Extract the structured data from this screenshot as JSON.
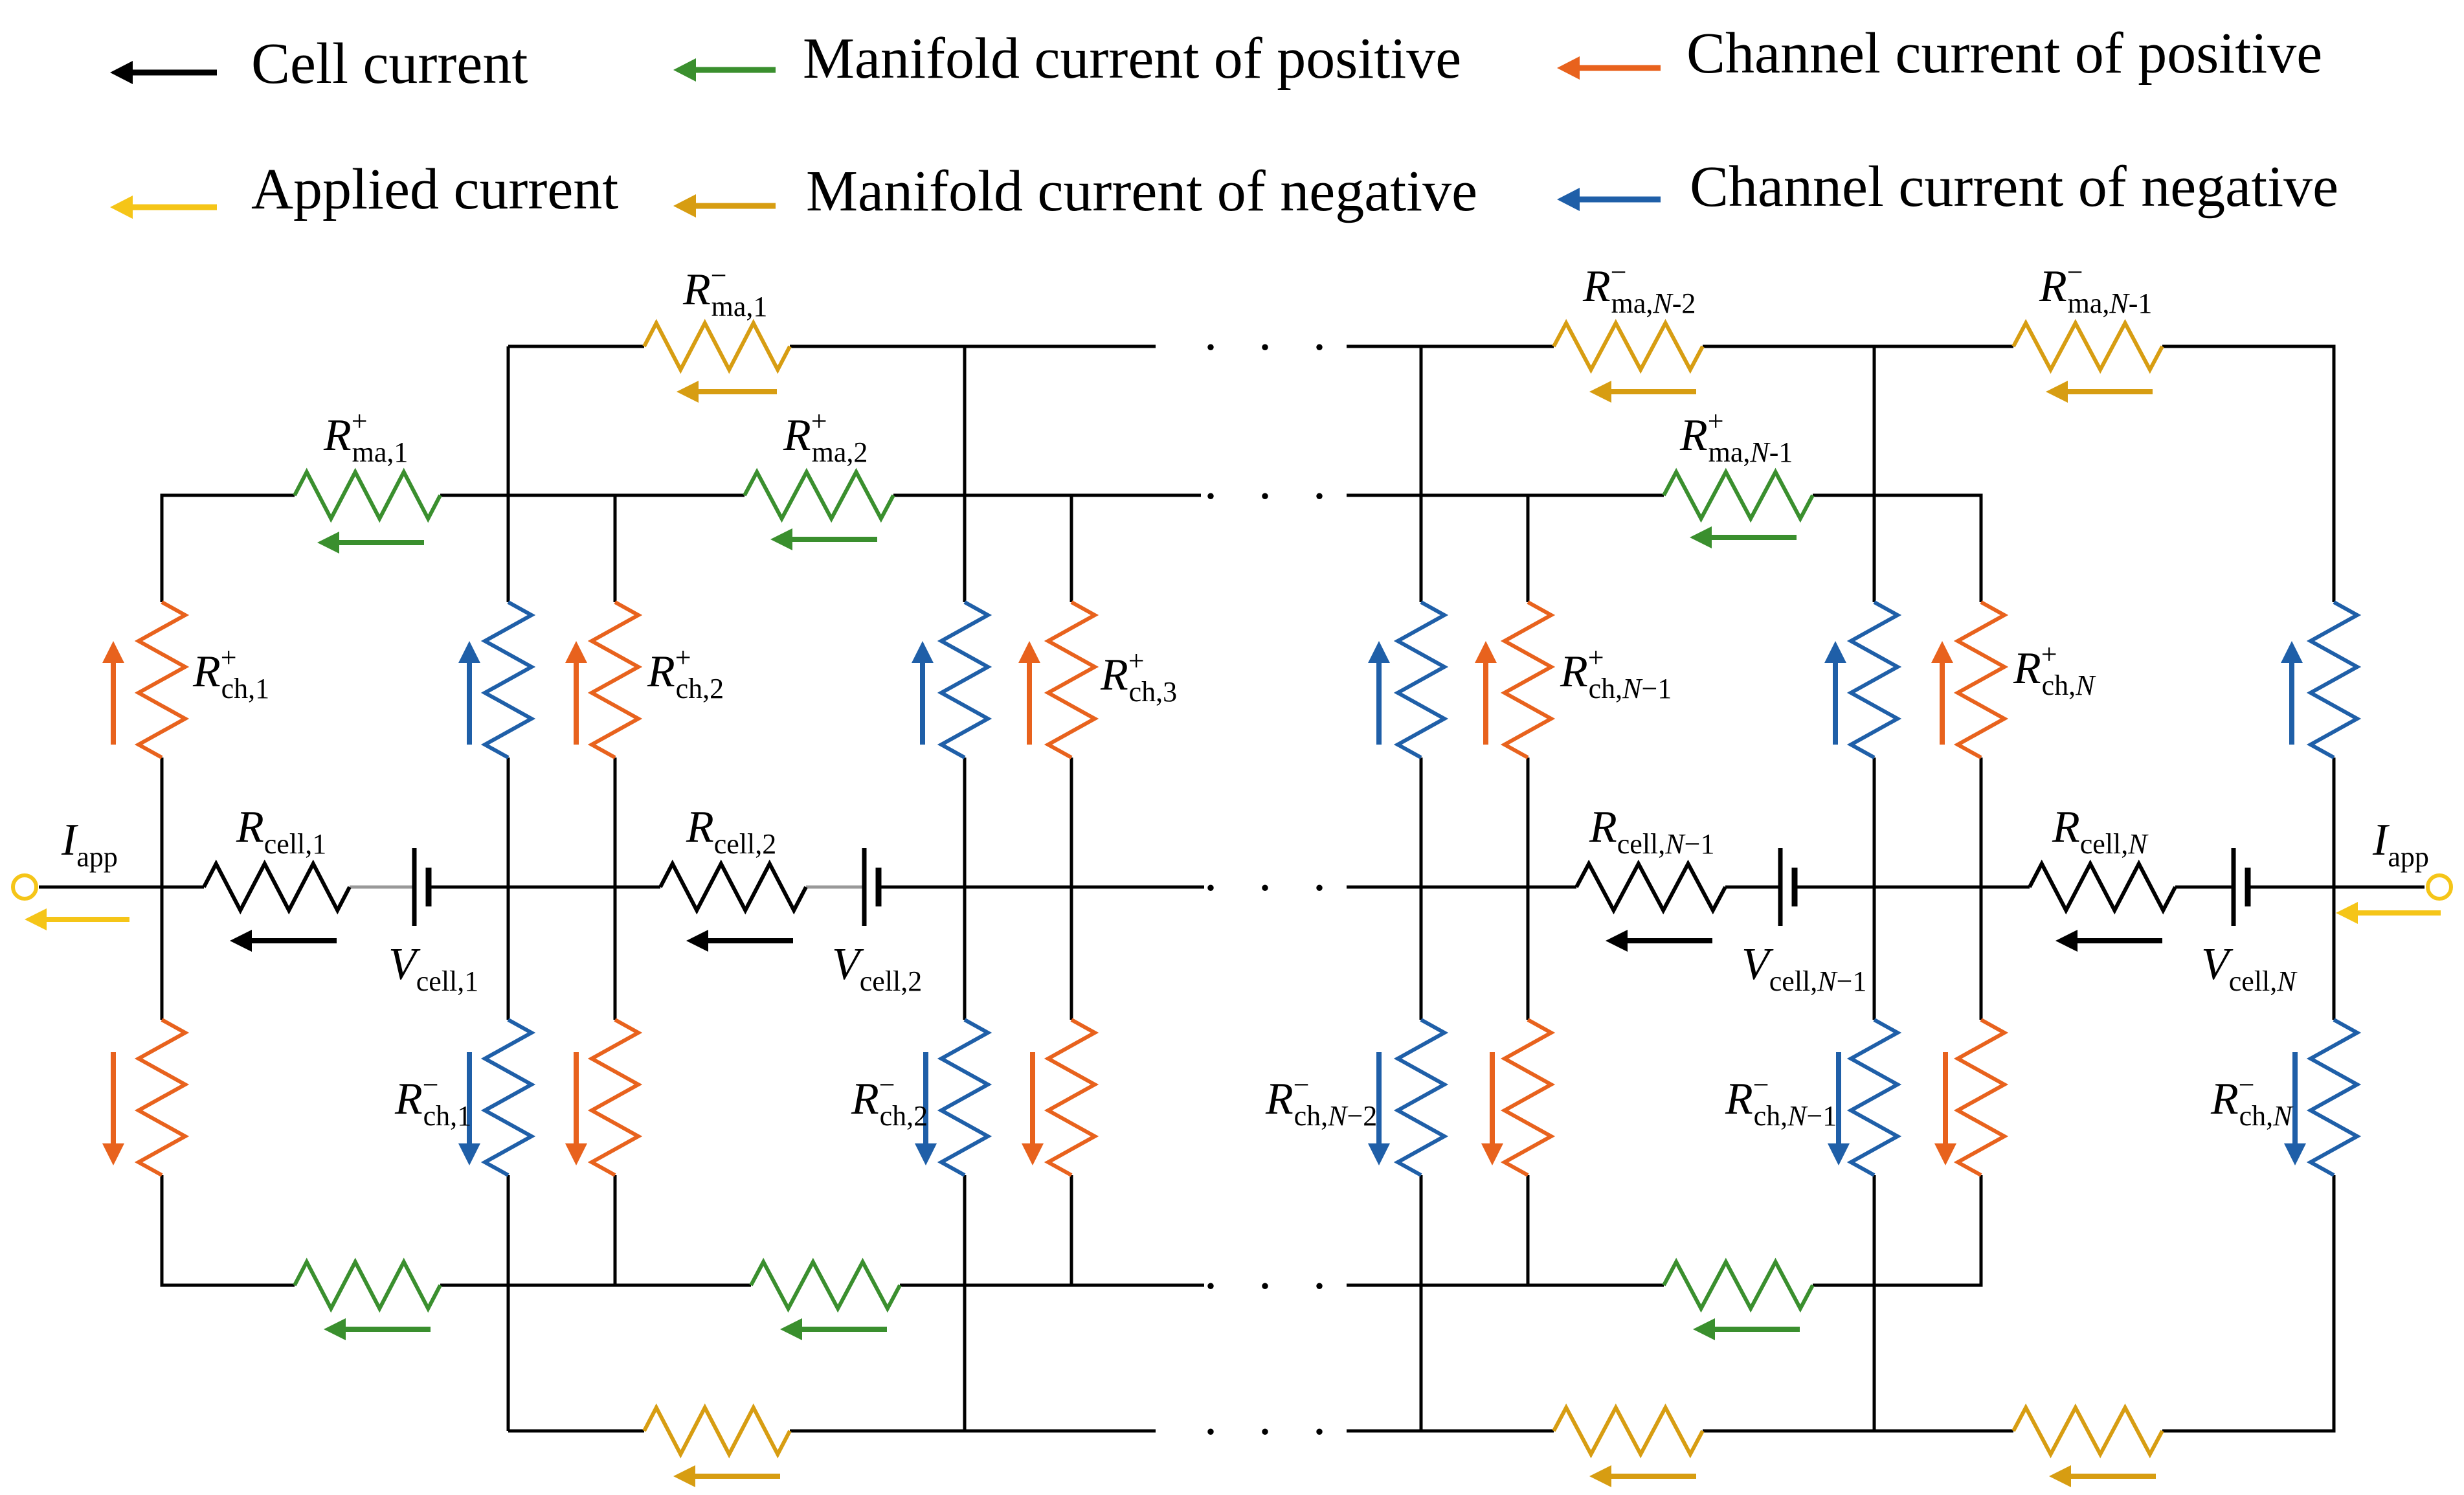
{
  "colors": {
    "wire": "#000000",
    "cell_current": "#000000",
    "applied_current": "#f5c518",
    "manifold_positive": "#3a8f2e",
    "manifold_negative": "#d79d12",
    "channel_positive": "#e8621d",
    "channel_negative": "#1f5fa8"
  },
  "legend": [
    {
      "id": "cell",
      "label": "Cell current",
      "color_key": "cell_current"
    },
    {
      "id": "mpos",
      "label": "Manifold current of positive",
      "color_key": "manifold_positive"
    },
    {
      "id": "cpos",
      "label": "Channel current of positive",
      "color_key": "channel_positive"
    },
    {
      "id": "app",
      "label": "Applied current",
      "color_key": "applied_current"
    },
    {
      "id": "mneg",
      "label": "Manifold current of negative",
      "color_key": "manifold_negative"
    },
    {
      "id": "cneg",
      "label": "Channel current of negative",
      "color_key": "channel_negative"
    }
  ],
  "labels": {
    "rma_neg_1": {
      "main": "R",
      "sub": "ma,1",
      "sup": "−"
    },
    "rma_neg_n2": {
      "main": "R",
      "sub": "ma,",
      "isub": "N",
      "sub2": "-2",
      "sup": "−"
    },
    "rma_neg_n1": {
      "main": "R",
      "sub": "ma,",
      "isub": "N",
      "sub2": "-1",
      "sup": "−"
    },
    "rma_pos_1": {
      "main": "R",
      "sub": "ma,1",
      "sup": "+"
    },
    "rma_pos_2": {
      "main": "R",
      "sub": "ma,2",
      "sup": "+"
    },
    "rma_pos_n1": {
      "main": "R",
      "sub": "ma,",
      "isub": "N",
      "sub2": "-1",
      "sup": "+"
    },
    "rch_pos_1": {
      "main": "R",
      "sub": "ch,1",
      "sup": "+"
    },
    "rch_pos_2": {
      "main": "R",
      "sub": "ch,2",
      "sup": "+"
    },
    "rch_pos_3": {
      "main": "R",
      "sub": "ch,3",
      "sup": "+"
    },
    "rch_pos_n1": {
      "main": "R",
      "sub": "ch,",
      "isub": "N",
      "sub2": "−1",
      "sup": "+"
    },
    "rch_pos_n": {
      "main": "R",
      "sub": "ch,",
      "isub": "N",
      "sub2": "",
      "sup": "+"
    },
    "rcell_1": {
      "main": "R",
      "sub": "cell,1"
    },
    "rcell_2": {
      "main": "R",
      "sub": "cell,2"
    },
    "rcell_n1": {
      "main": "R",
      "sub": "cell,",
      "isub": "N",
      "sub2": "−1"
    },
    "rcell_n": {
      "main": "R",
      "sub": "cell,",
      "isub": "N",
      "sub2": ""
    },
    "vcell_1": {
      "main": "V",
      "sub": "cell,1"
    },
    "vcell_2": {
      "main": "V",
      "sub": "cell,2"
    },
    "vcell_n1": {
      "main": "V",
      "sub": "cell,",
      "isub": "N",
      "sub2": "−1"
    },
    "vcell_n": {
      "main": "V",
      "sub": "cell,",
      "isub": "N",
      "sub2": ""
    },
    "iapp_left": {
      "main": "I",
      "sub": "app"
    },
    "iapp_right": {
      "main": "I",
      "sub": "app"
    },
    "rch_neg_1": {
      "main": "R",
      "sub": "ch,1",
      "sup": "−"
    },
    "rch_neg_2": {
      "main": "R",
      "sub": "ch,2",
      "sup": "−"
    },
    "rch_neg_n2": {
      "main": "R",
      "sub": "ch,",
      "isub": "N",
      "sub2": "−2",
      "sup": "−"
    },
    "rch_neg_n1": {
      "main": "R",
      "sub": "ch,",
      "isub": "N",
      "sub2": "−1",
      "sup": "−"
    },
    "rch_neg_n": {
      "main": "R",
      "sub": "ch,",
      "isub": "N",
      "sub2": "",
      "sup": "−"
    }
  },
  "ellipsis": ". . ."
}
